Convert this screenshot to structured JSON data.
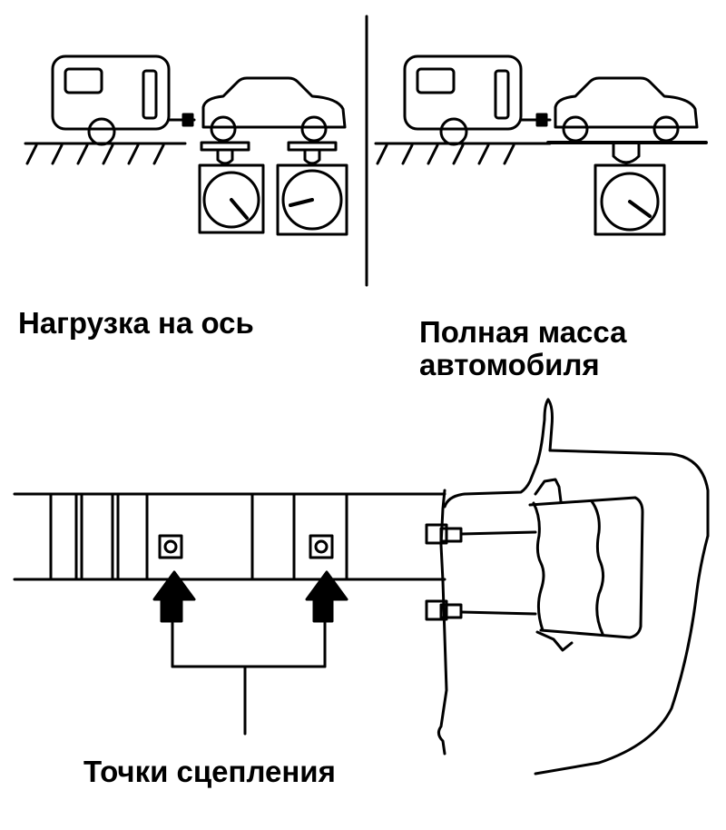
{
  "labels": {
    "axle_load": "Нагрузка на ось",
    "gross_mass_line1": "Полная масса",
    "gross_mass_line2": "автомобиля",
    "hitch_points": "Точки сцепления"
  },
  "colors": {
    "ink": "#000000",
    "paper": "#ffffff"
  }
}
